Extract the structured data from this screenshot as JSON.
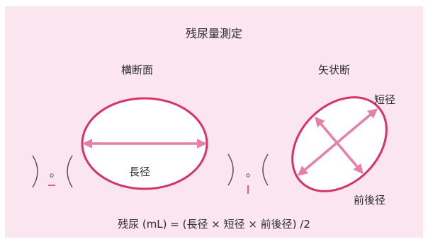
{
  "title": "残尿量測定",
  "transverse": {
    "label": "横断面",
    "axis_long": "長径"
  },
  "sagittal": {
    "label": "矢状断",
    "axis_short": "短径",
    "axis_ap": "前後径"
  },
  "formula": "残尿 (mL) = (長径 × 短径 × 前後径) /2",
  "colors": {
    "background": "#fbe5ef",
    "accent": "#d6336c",
    "arrow": "#e77fa9"
  }
}
